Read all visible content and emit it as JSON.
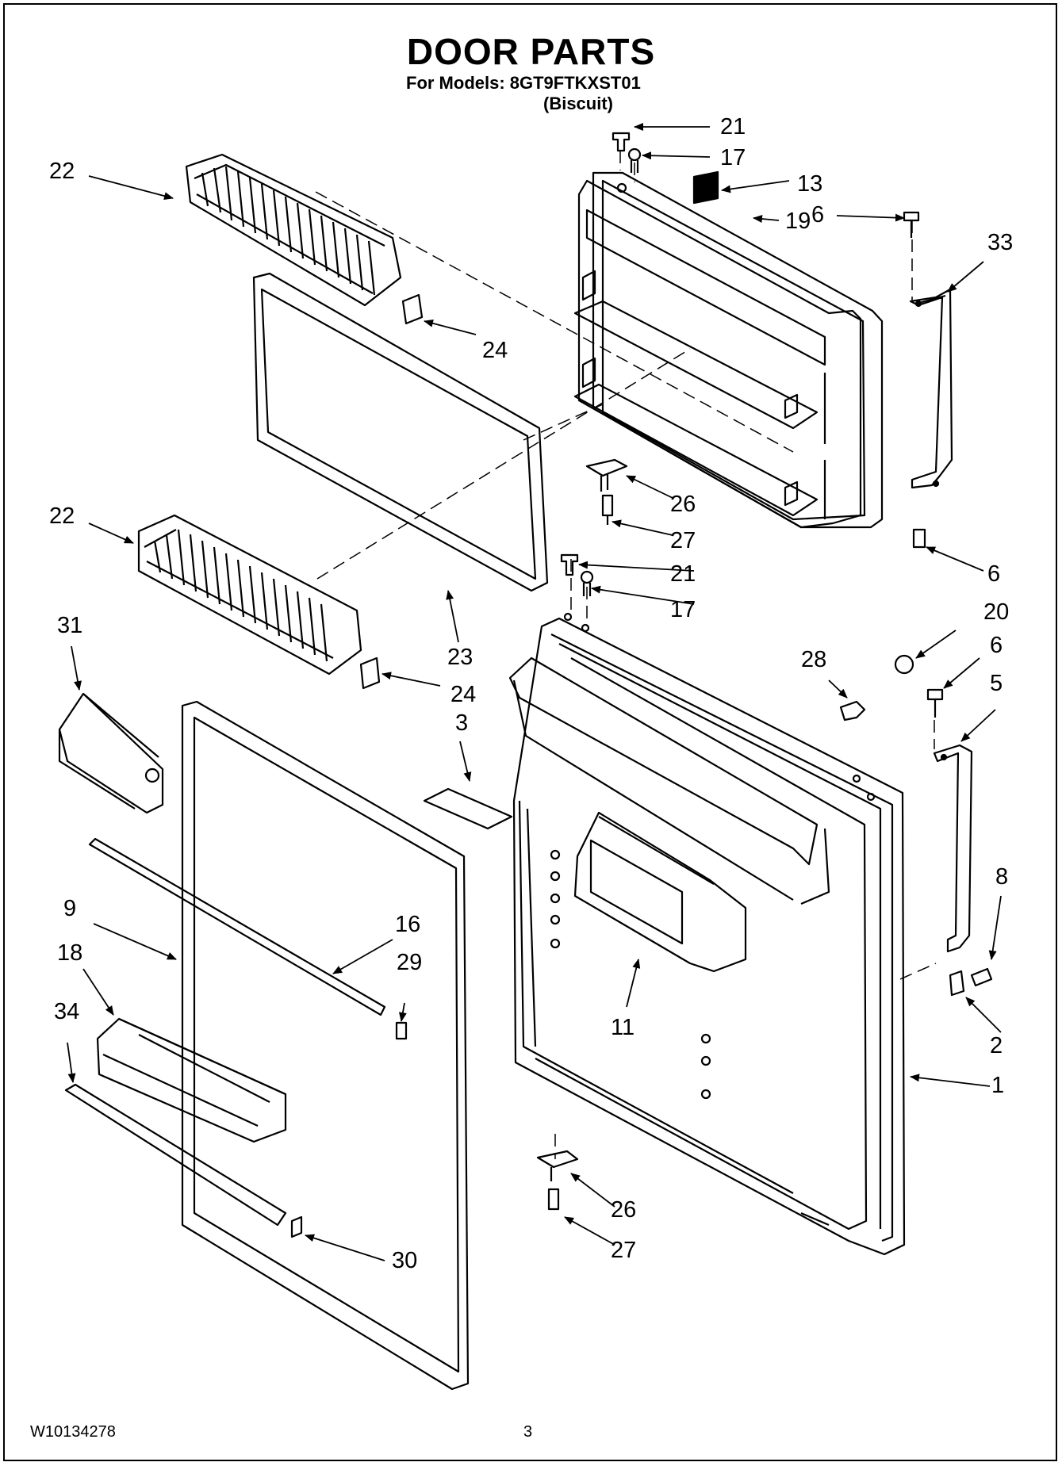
{
  "header": {
    "title": "DOOR PARTS",
    "models_line": "For Models: 8GT9FTKXST01",
    "color_line": "(Biscuit)"
  },
  "footer": {
    "doc_number": "W10134278",
    "page_number": "3"
  },
  "callouts": [
    {
      "id": "c21a",
      "label": "21"
    },
    {
      "id": "c17a",
      "label": "17"
    },
    {
      "id": "c13",
      "label": "13"
    },
    {
      "id": "c6a",
      "label": "6"
    },
    {
      "id": "c33",
      "label": "33"
    },
    {
      "id": "c19",
      "label": "19"
    },
    {
      "id": "c22a",
      "label": "22"
    },
    {
      "id": "c24a",
      "label": "24"
    },
    {
      "id": "c26a",
      "label": "26"
    },
    {
      "id": "c27a",
      "label": "27"
    },
    {
      "id": "c6b",
      "label": "6"
    },
    {
      "id": "c22b",
      "label": "22"
    },
    {
      "id": "c21b",
      "label": "21"
    },
    {
      "id": "c17b",
      "label": "17"
    },
    {
      "id": "c20",
      "label": "20"
    },
    {
      "id": "c6c",
      "label": "6"
    },
    {
      "id": "c28",
      "label": "28"
    },
    {
      "id": "c5",
      "label": "5"
    },
    {
      "id": "c31",
      "label": "31"
    },
    {
      "id": "c23",
      "label": "23"
    },
    {
      "id": "c24b",
      "label": "24"
    },
    {
      "id": "c3",
      "label": "3"
    },
    {
      "id": "c8",
      "label": "8"
    },
    {
      "id": "c9",
      "label": "9"
    },
    {
      "id": "c16",
      "label": "16"
    },
    {
      "id": "c18",
      "label": "18"
    },
    {
      "id": "c29",
      "label": "29"
    },
    {
      "id": "c11",
      "label": "11"
    },
    {
      "id": "c34",
      "label": "34"
    },
    {
      "id": "c2",
      "label": "2"
    },
    {
      "id": "c1",
      "label": "1"
    },
    {
      "id": "c26b",
      "label": "26"
    },
    {
      "id": "c27b",
      "label": "27"
    },
    {
      "id": "c30",
      "label": "30"
    }
  ]
}
